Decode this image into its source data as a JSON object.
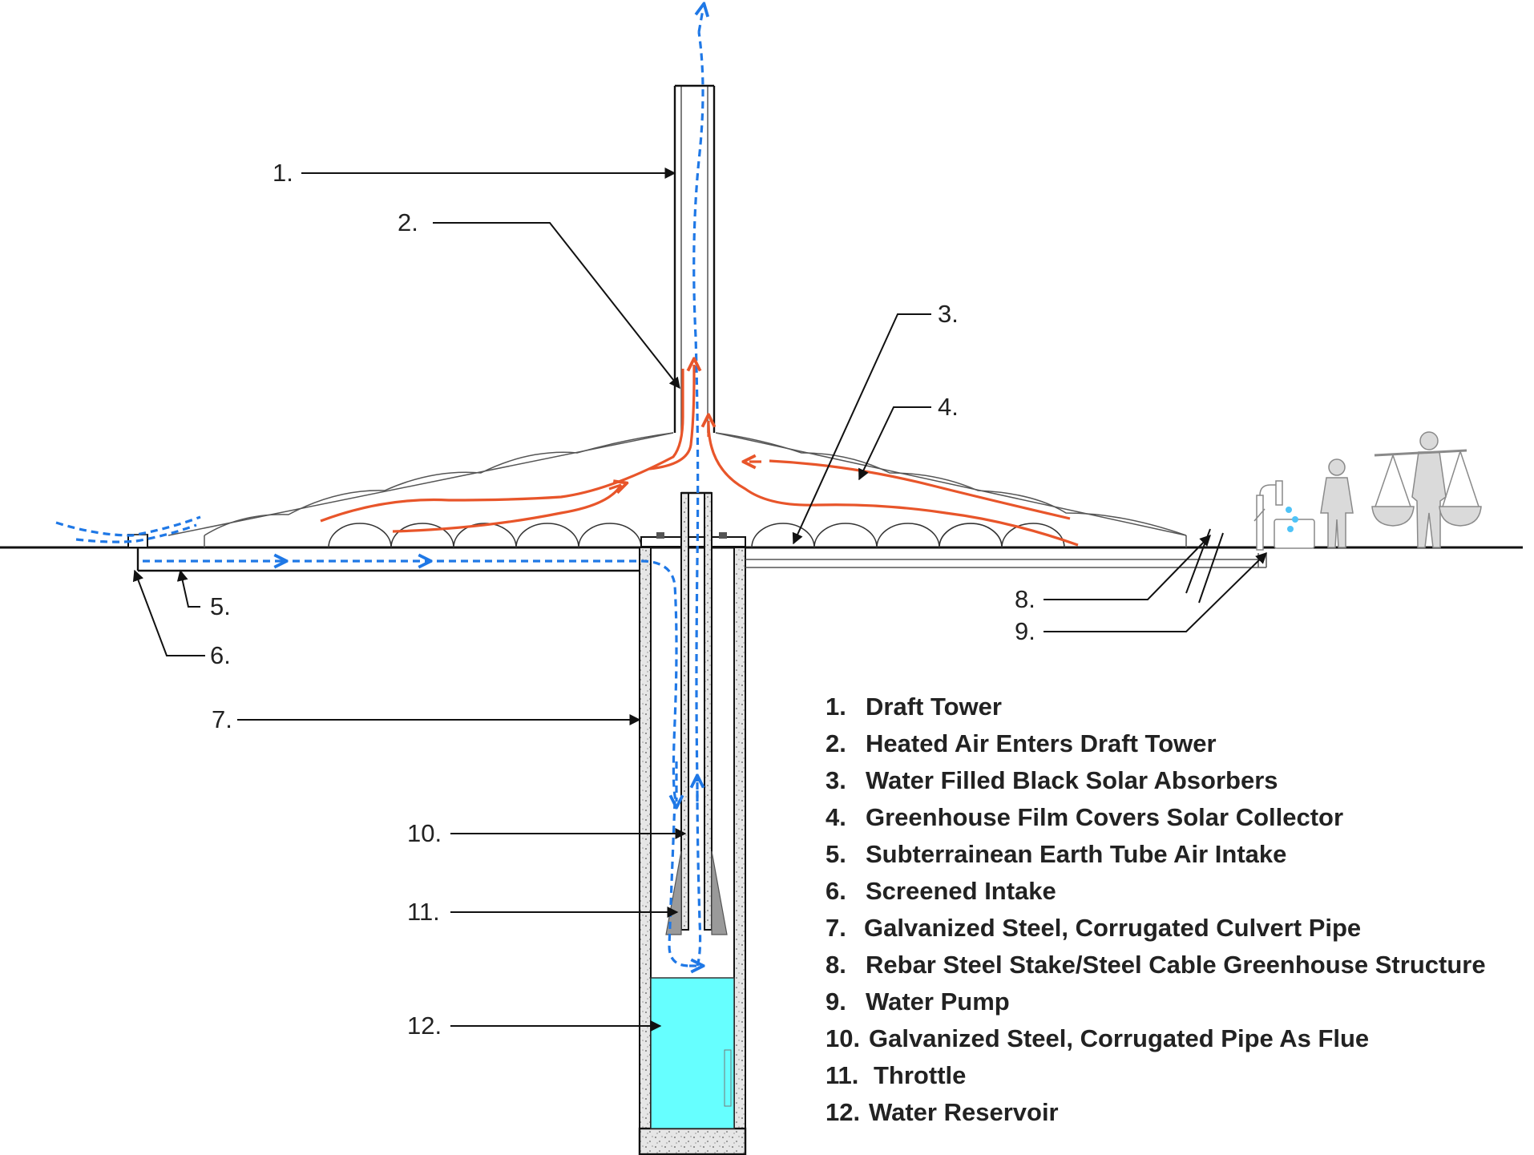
{
  "callouts": [
    "1.",
    "2.",
    "3.",
    "4.",
    "5.",
    "6.",
    "7.",
    "8.",
    "9.",
    "10.",
    "11.",
    "12."
  ],
  "legend": [
    {
      "num": "1.",
      "text": "Draft Tower"
    },
    {
      "num": "2.",
      "text": "Heated Air Enters Draft Tower"
    },
    {
      "num": "3.",
      "text": "Water Filled Black Solar Absorbers"
    },
    {
      "num": "4.",
      "text": "Greenhouse Film Covers Solar Collector"
    },
    {
      "num": "5.",
      "text": "Subterrainean Earth Tube Air Intake"
    },
    {
      "num": "6.",
      "text": "Screened Intake"
    },
    {
      "num": "7.",
      "text": "Galvanized Steel, Corrugated Culvert Pipe"
    },
    {
      "num": "8.",
      "text": "Rebar Steel Stake/Steel Cable Greenhouse Structure"
    },
    {
      "num": "9.",
      "text": "Water Pump"
    },
    {
      "num": "10.",
      "text": "Galvanized Steel, Corrugated  Pipe As Flue"
    },
    {
      "num": "11.",
      "text": "Throttle"
    },
    {
      "num": "12.",
      "text": "Water Reservoir"
    }
  ],
  "colors": {
    "cool_air_flow": "#1f78e6",
    "heated_air_flow": "#e8552a",
    "water": "#66ffff",
    "concrete": "#e6e6e6",
    "figures": "#dadada"
  }
}
